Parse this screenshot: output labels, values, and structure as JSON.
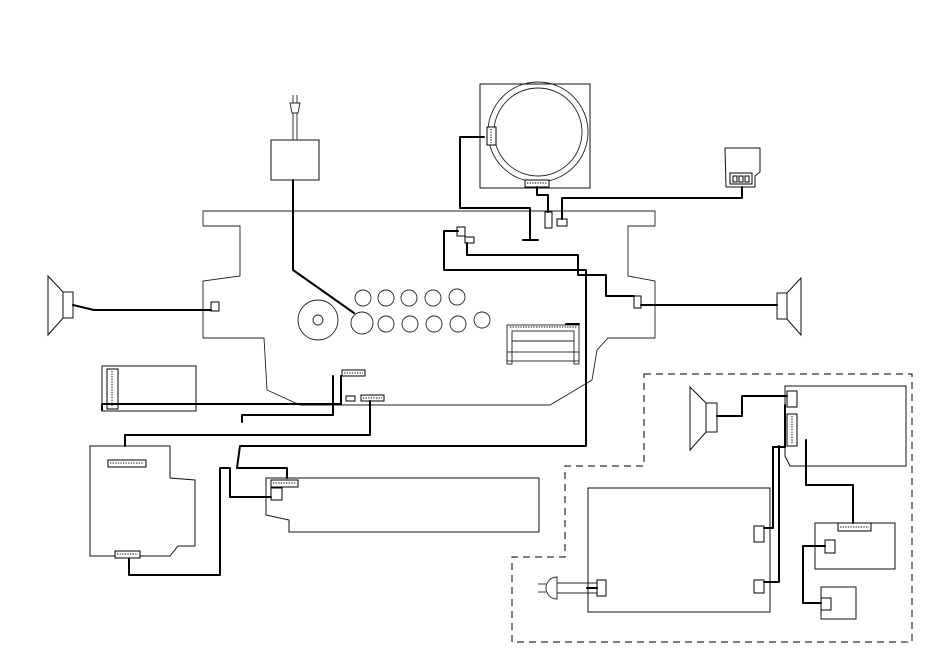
{
  "diagram": {
    "type": "wiring-diagram",
    "components": [
      {
        "id": "main-chassis",
        "icon": "chassis-outline"
      },
      {
        "id": "ac-plug-top",
        "icon": "power-plug-icon"
      },
      {
        "id": "power-transformer",
        "icon": "transformer-box"
      },
      {
        "id": "cd-mechanism",
        "icon": "disc-loader-icon"
      },
      {
        "id": "antenna-terminal",
        "icon": "terminal-block-icon"
      },
      {
        "id": "speaker-left",
        "icon": "speaker-icon"
      },
      {
        "id": "speaker-right",
        "icon": "speaker-icon"
      },
      {
        "id": "speaker-subwoofer",
        "icon": "speaker-icon"
      },
      {
        "id": "tuner-module",
        "icon": "pcb-module"
      },
      {
        "id": "power-board",
        "icon": "pcb-board"
      },
      {
        "id": "display-board",
        "icon": "pcb-board"
      },
      {
        "id": "subwoofer-amp-board",
        "icon": "pcb-board"
      },
      {
        "id": "subwoofer-power-board",
        "icon": "pcb-board"
      },
      {
        "id": "subwoofer-control-board",
        "icon": "pcb-board"
      },
      {
        "id": "subwoofer-small-board",
        "icon": "pcb-board"
      },
      {
        "id": "ac-plug-subwoofer",
        "icon": "power-plug-icon"
      },
      {
        "id": "volume-knob",
        "icon": "knob-icon"
      },
      {
        "id": "front-buttons",
        "icon": "button-grid-icon",
        "count": 10
      },
      {
        "id": "cassette-door",
        "icon": "tray-icon"
      }
    ],
    "subwoofer_enclosure": {
      "style": "dashed-outline"
    }
  },
  "colors": {
    "line": "#000000",
    "background": "#ffffff"
  }
}
